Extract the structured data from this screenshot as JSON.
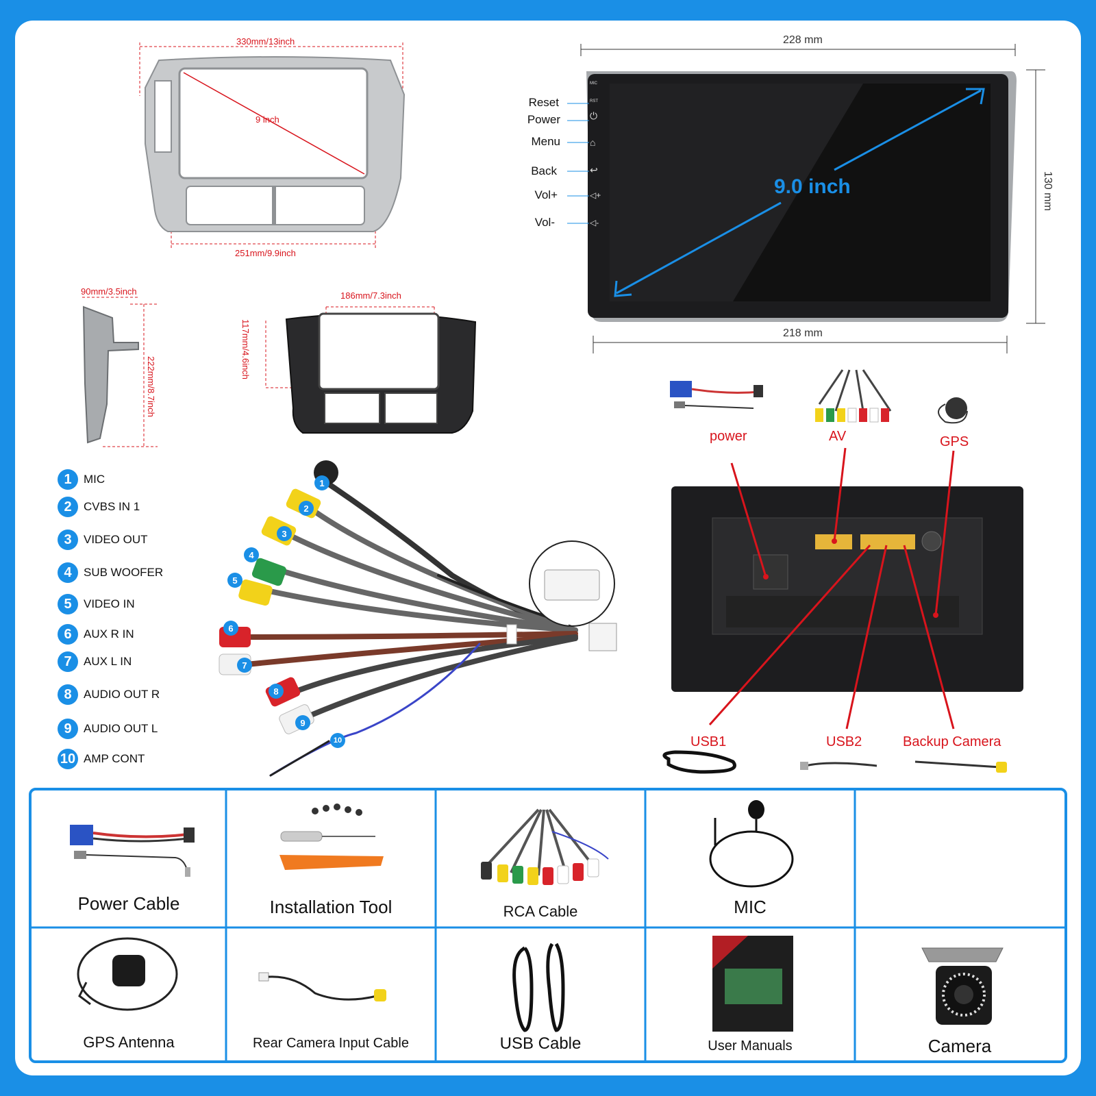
{
  "frame_top": {
    "width": "330mm/13inch",
    "diagonal": "9 inch",
    "bottom": "251mm/9.9inch"
  },
  "frame_side": {
    "depth": "90mm/3.5inch",
    "height": "222mm/8.7inch"
  },
  "frame_back": {
    "width": "186mm/7.3inch",
    "height": "117mm/4.6inch"
  },
  "screen": {
    "top": "228 mm",
    "bottom": "218 mm",
    "height": "130 mm",
    "diagonal": "9.0 inch",
    "tiny": [
      "MIC",
      "RST"
    ],
    "buttons": [
      "Reset",
      "Power",
      "Menu",
      "Back",
      "Vol+",
      "Vol-"
    ]
  },
  "legend": [
    {
      "n": "1",
      "label": "MIC"
    },
    {
      "n": "2",
      "label": "CVBS IN 1"
    },
    {
      "n": "3",
      "label": "VIDEO OUT"
    },
    {
      "n": "4",
      "label": "SUB WOOFER"
    },
    {
      "n": "5",
      "label": "VIDEO IN"
    },
    {
      "n": "6",
      "label": "AUX R IN"
    },
    {
      "n": "7",
      "label": "AUX L IN"
    },
    {
      "n": "8",
      "label": "AUDIO OUT R"
    },
    {
      "n": "9",
      "label": "AUDIO OUT L"
    },
    {
      "n": "10",
      "label": "AMP CONT"
    }
  ],
  "ports": {
    "power": "power",
    "av": "AV",
    "gps": "GPS",
    "usb1": "USB1",
    "usb2": "USB2",
    "backup": "Backup Camera"
  },
  "accessories": [
    "Power Cable",
    "Installation Tool",
    "RCA Cable",
    "MIC",
    "",
    "GPS Antenna",
    "Rear Camera Input Cable",
    "USB Cable",
    "User Manuals",
    "Camera"
  ],
  "colors": {
    "accent": "#1a8fe6",
    "callout": "#d8141c"
  }
}
